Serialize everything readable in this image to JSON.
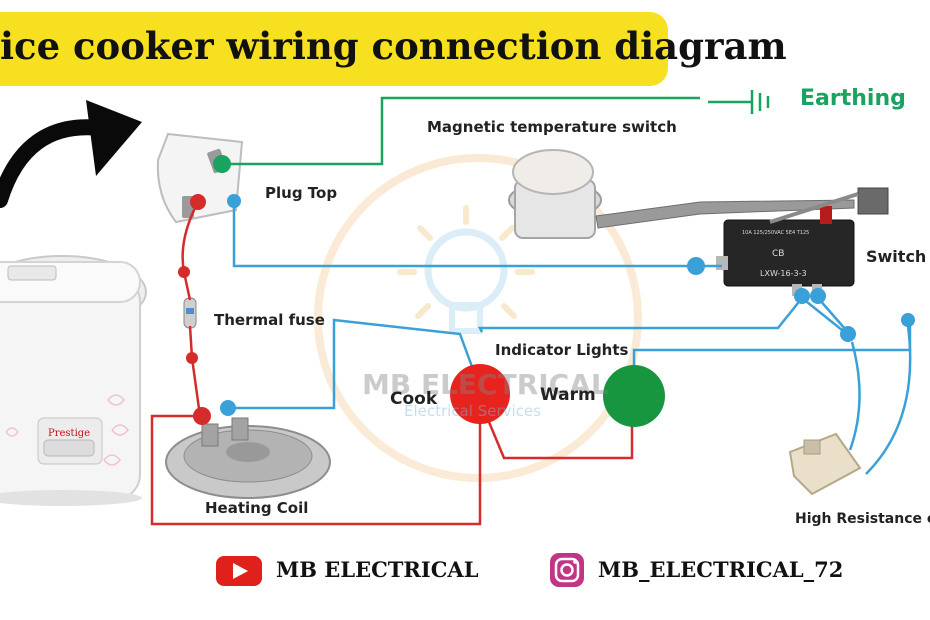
{
  "title": "ice cooker wiring  connection diagram",
  "labels": {
    "earthing": "Earthing",
    "magnetic_switch": "Magnetic temperature switch",
    "plug_top": "Plug Top",
    "switch": "Switch",
    "thermal_fuse": "Thermal fuse",
    "indicator_lights": "Indicator Lights",
    "cook": "Cook",
    "warm": "Warm",
    "heating_coil": "Heating Coil",
    "high_resistance": "High Resistance c"
  },
  "microswitch_text": {
    "line1": "10A 125/250VAC 5E4 T125",
    "line2": "CB",
    "line3": "LXW-16-3-3"
  },
  "cooker_brand": "Prestige",
  "watermark": {
    "main": "MB ELECTRICAL",
    "sub": "Electrical Services"
  },
  "social": {
    "youtube": "MB ELECTRICAL",
    "instagram": "MB_ELECTRICAL_72"
  },
  "colors": {
    "title_bg": "#f7e020",
    "earth_green": "#1aa260",
    "live_red": "#d42b2b",
    "neutral_blue": "#3aa0d8",
    "cook_lamp": "#e8231e",
    "warm_lamp": "#17953f",
    "youtube_red": "#e0201b"
  }
}
